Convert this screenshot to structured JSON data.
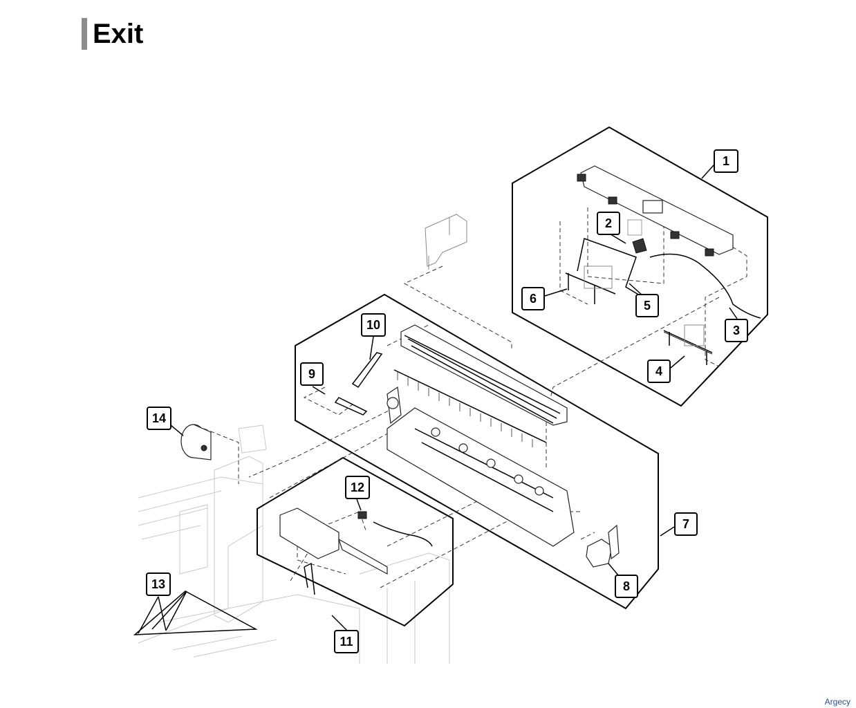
{
  "title": "Exit",
  "brand": "Argecy",
  "callouts": [
    "1",
    "2",
    "3",
    "4",
    "5",
    "6",
    "7",
    "8",
    "9",
    "10",
    "11",
    "12",
    "13",
    "14"
  ],
  "colors": {
    "title_bar": "#8c8c8c",
    "brand_text": "#2a4d8f",
    "line": "#000000",
    "ghost_frame": "#c8c8c8"
  }
}
